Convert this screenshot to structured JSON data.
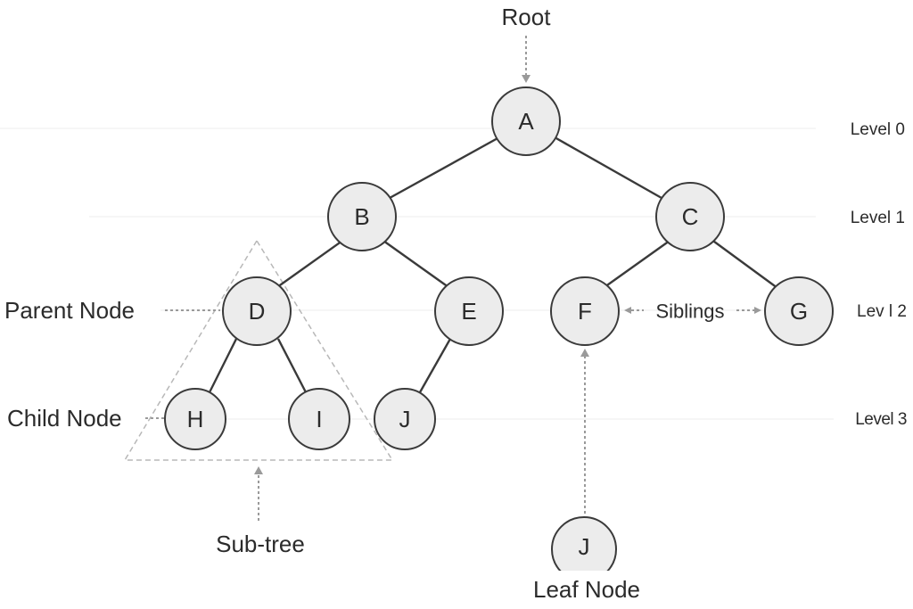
{
  "nodes": {
    "A": "A",
    "B": "B",
    "C": "C",
    "D": "D",
    "E": "E",
    "F": "F",
    "G": "G",
    "H": "H",
    "I": "I",
    "J": "J",
    "leaf": "J"
  },
  "levels": [
    "Level 0",
    "Level 1",
    "Lev l 2",
    "Level 3"
  ],
  "annotations": {
    "root": "Root",
    "parent_node": "Parent Node",
    "child_node": "Child Node",
    "siblings": "Siblings",
    "sub_tree": "Sub-tree",
    "leaf_node": "Leaf Node"
  },
  "colors": {
    "node_fill": "#ececec",
    "stroke": "#3a3a3a",
    "dashed": "#9a9a9a"
  }
}
